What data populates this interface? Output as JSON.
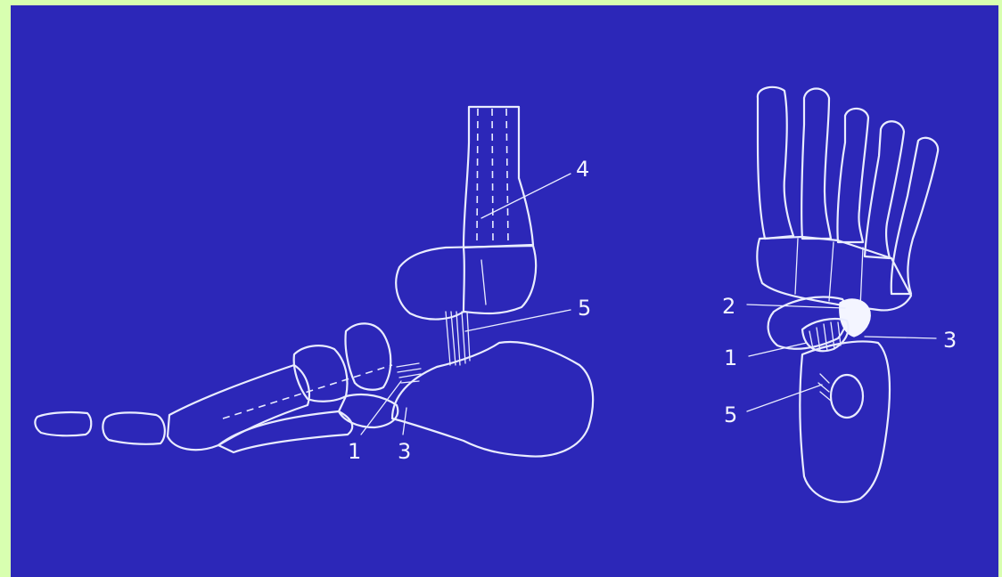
{
  "colors": {
    "border": "#d8ffb0",
    "background": "#2c27b8",
    "line": "#e9ecff"
  },
  "lateral_view": {
    "labels": {
      "l1": "1",
      "l3": "3",
      "l4": "4",
      "l5": "5"
    }
  },
  "dorsal_view": {
    "labels": {
      "l1": "1",
      "l2": "2",
      "l3": "3",
      "l5": "5"
    }
  }
}
